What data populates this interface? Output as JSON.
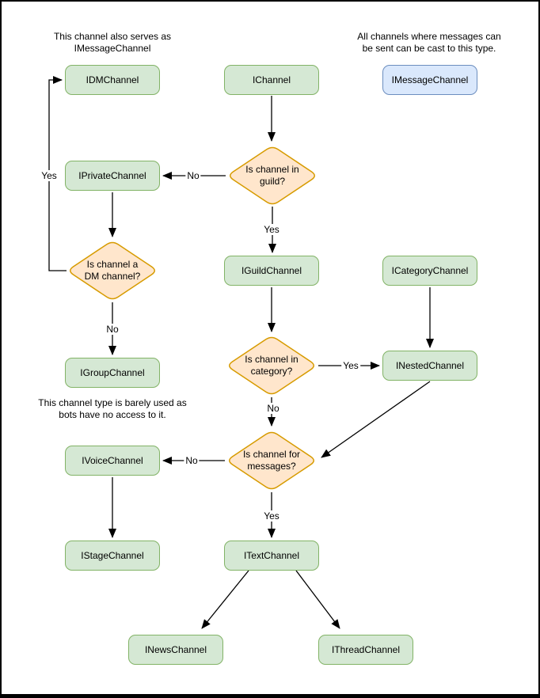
{
  "colors": {
    "canvas_bg": "#ffffff",
    "canvas_border": "#000000",
    "node_green_fill": "#d5e8d4",
    "node_green_stroke": "#82b366",
    "node_blue_fill": "#dae8fc",
    "node_blue_stroke": "#6c8ebf",
    "decision_fill": "#ffe6cc",
    "decision_stroke": "#d79b00",
    "edge_color": "#000000",
    "text_color": "#000000"
  },
  "nodes": [
    {
      "id": "idmchannel",
      "label": "IDMChannel",
      "type": "green"
    },
    {
      "id": "ichannel",
      "label": "IChannel",
      "type": "green"
    },
    {
      "id": "imessagechannel",
      "label": "IMessageChannel",
      "type": "blue"
    },
    {
      "id": "iprivatechannel",
      "label": "IPrivateChannel",
      "type": "green"
    },
    {
      "id": "iguildchannel",
      "label": "IGuildChannel",
      "type": "green"
    },
    {
      "id": "icategorychannel",
      "label": "ICategoryChannel",
      "type": "green"
    },
    {
      "id": "inestedchannel",
      "label": "INestedChannel",
      "type": "green"
    },
    {
      "id": "igroupchannel",
      "label": "IGroupChannel",
      "type": "green"
    },
    {
      "id": "ivoicechannel",
      "label": "IVoiceChannel",
      "type": "green"
    },
    {
      "id": "istagechannel",
      "label": "IStageChannel",
      "type": "green"
    },
    {
      "id": "itextchannel",
      "label": "ITextChannel",
      "type": "green"
    },
    {
      "id": "inewschannel",
      "label": "INewsChannel",
      "type": "green"
    },
    {
      "id": "ithreadchannel",
      "label": "IThreadChannel",
      "type": "green"
    }
  ],
  "decisions": [
    {
      "id": "is-channel-in-guild",
      "line1": "Is channel in",
      "line2": "guild?"
    },
    {
      "id": "is-channel-a-dm",
      "line1": "Is channel a",
      "line2": "DM channel?"
    },
    {
      "id": "is-channel-in-category",
      "line1": "Is channel in",
      "line2": "category?"
    },
    {
      "id": "is-channel-for-messages",
      "line1": "Is channel for",
      "line2": "messages?"
    }
  ],
  "edge_labels": [
    {
      "id": "guild-no",
      "text": "No"
    },
    {
      "id": "guild-yes",
      "text": "Yes"
    },
    {
      "id": "dm-yes",
      "text": "Yes"
    },
    {
      "id": "dm-no",
      "text": "No"
    },
    {
      "id": "category-yes",
      "text": "Yes"
    },
    {
      "id": "category-no",
      "text": "No"
    },
    {
      "id": "messages-no",
      "text": "No"
    },
    {
      "id": "messages-yes",
      "text": "Yes"
    }
  ],
  "notes": [
    {
      "id": "dm-serves-as",
      "line1": "This channel also serves as",
      "line2": "IMessageChannel"
    },
    {
      "id": "message-cast",
      "line1": "All channels where messages can",
      "line2": "be sent can be cast to this type."
    },
    {
      "id": "group-barely-used",
      "line1": "This channel type is barely used as",
      "line2": "bots have no access to it."
    }
  ]
}
